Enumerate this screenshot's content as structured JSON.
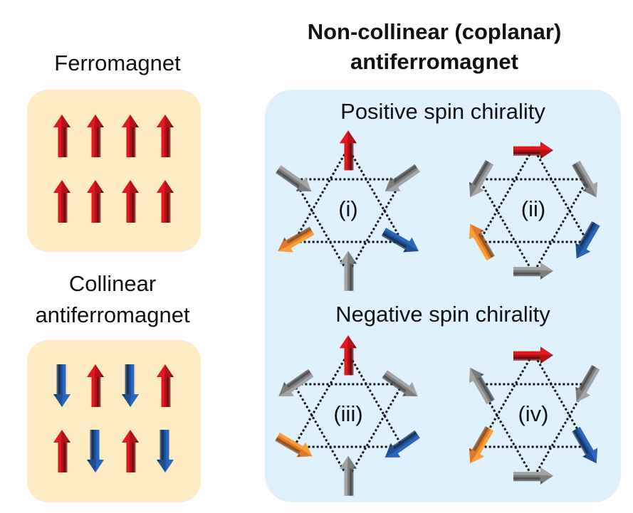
{
  "ferromagnet": {
    "label": "Ferromagnet"
  },
  "collinear": {
    "label_line1": "Collinear",
    "label_line2": "antiferromagnet"
  },
  "noncollinear": {
    "title_line1": "Non-collinear (coplanar)",
    "title_line2": "antiferromagnet",
    "positive_label": "Positive spin chirality",
    "negative_label": "Negative spin chirality",
    "configs": [
      {
        "numeral": "(i)"
      },
      {
        "numeral": "(ii)"
      },
      {
        "numeral": "(iii)"
      },
      {
        "numeral": "(iv)"
      }
    ]
  },
  "colors": {
    "red": "#b01217",
    "blue": "#1f4f93",
    "gray": "#7d7d7d",
    "orange": "#e07a2a",
    "yellow_panel": "#fdebc4",
    "blue_panel": "#dff1fc"
  }
}
